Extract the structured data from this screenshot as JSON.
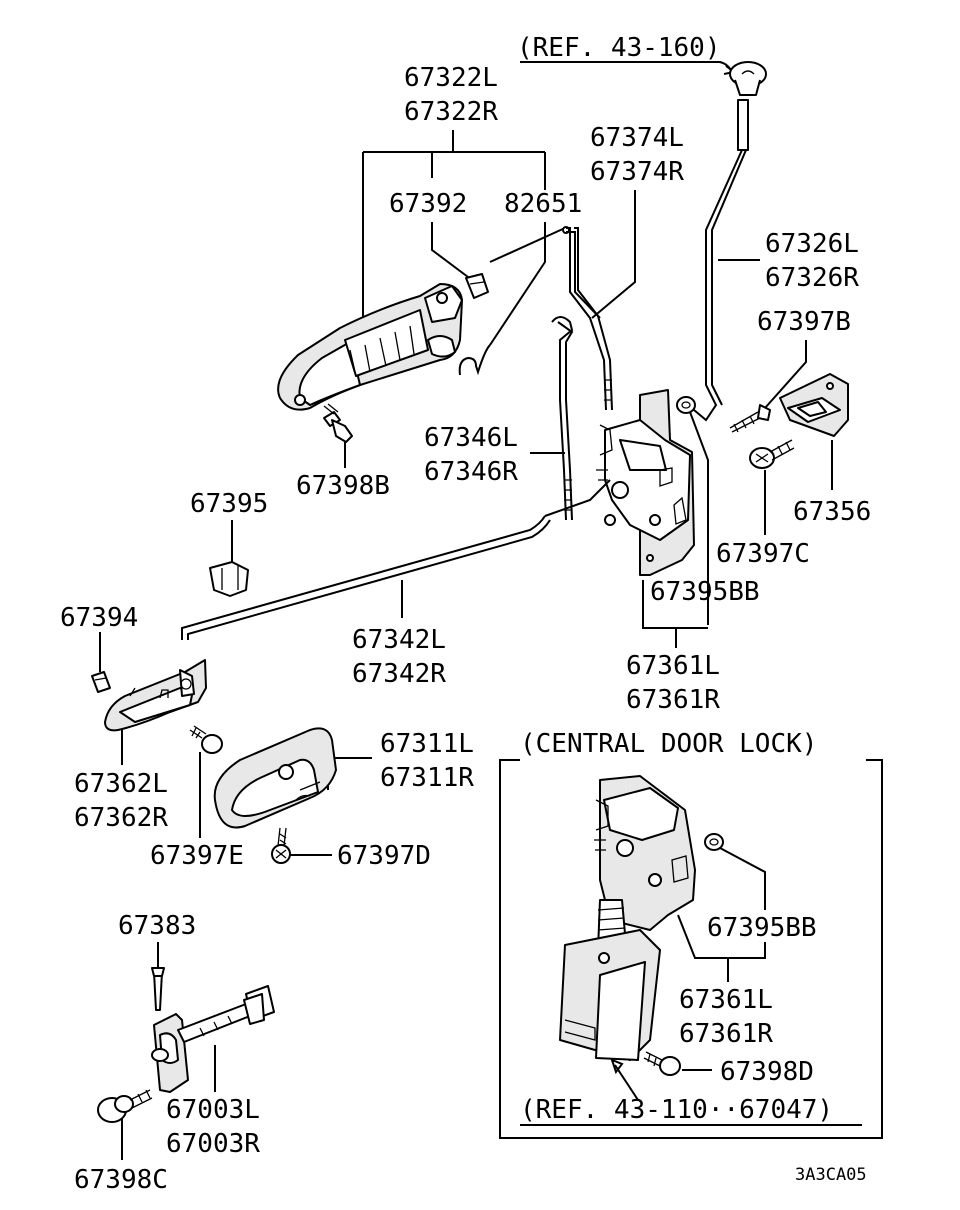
{
  "labels": {
    "ref_43_160": "(REF. 43-160)",
    "p67322L": "67322L",
    "p67322R": "67322R",
    "p67374L": "67374L",
    "p67374R": "67374R",
    "p67392": "67392",
    "p82651": "82651",
    "p67326L": "67326L",
    "p67326R": "67326R",
    "p67397B": "67397B",
    "p67346L": "67346L",
    "p67346R": "67346R",
    "p67398B": "67398B",
    "p67395": "67395",
    "p67356": "67356",
    "p67397C": "67397C",
    "p67395BB_a": "67395BB",
    "p67394": "67394",
    "p67342L": "67342L",
    "p67342R": "67342R",
    "p67361L_a": "67361L",
    "p67361R_a": "67361R",
    "central_door_lock": "(CENTRAL DOOR LOCK)",
    "p67311L": "67311L",
    "p67311R": "67311R",
    "p67362L": "67362L",
    "p67362R": "67362R",
    "p67397E": "67397E",
    "p67397D": "67397D",
    "p67383": "67383",
    "p67395BB_b": "67395BB",
    "p67361L_b": "67361L",
    "p67361R_b": "67361R",
    "p67398D": "67398D",
    "p67003L": "67003L",
    "p67003R": "67003R",
    "ref_43_110": "(REF. 43-110··67047)",
    "p67398C": "67398C",
    "drawing_code": "3A3CA05"
  }
}
